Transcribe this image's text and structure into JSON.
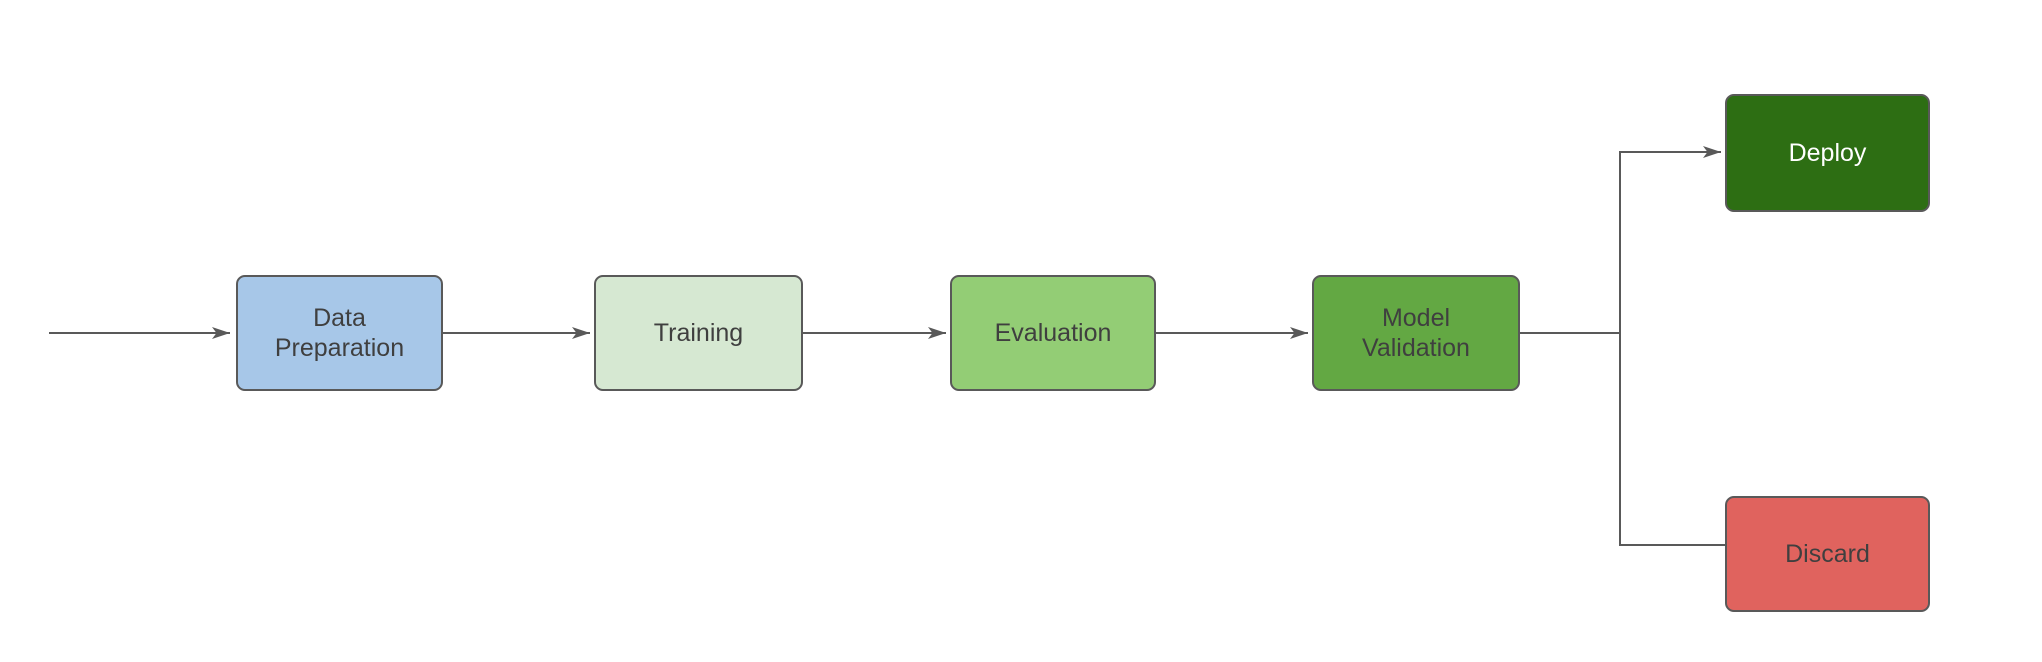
{
  "diagram": {
    "background": "#ffffff",
    "stroke_color": "#595959",
    "nodes": [
      {
        "id": "data-preparation",
        "label": "Data Preparation",
        "fill": "#a7c7e8",
        "text_color": "#3f3f3f"
      },
      {
        "id": "training",
        "label": "Training",
        "fill": "#d6e8d2",
        "text_color": "#3f3f3f"
      },
      {
        "id": "evaluation",
        "label": "Evaluation",
        "fill": "#93cd75",
        "text_color": "#3f3f3f"
      },
      {
        "id": "model-validation",
        "label": "Model Validation",
        "fill": "#63a843",
        "text_color": "#3f3f3f"
      },
      {
        "id": "deploy",
        "label": "Deploy",
        "fill": "#2d6e13",
        "text_color": "#ffffff"
      },
      {
        "id": "discard",
        "label": "Discard",
        "fill": "#e0635e",
        "text_color": "#3f3f3f"
      }
    ],
    "edges": [
      {
        "source": "start",
        "target": "data-preparation",
        "arrowhead": true
      },
      {
        "source": "data-preparation",
        "target": "training",
        "arrowhead": true
      },
      {
        "source": "training",
        "target": "evaluation",
        "arrowhead": true
      },
      {
        "source": "evaluation",
        "target": "model-validation",
        "arrowhead": true
      },
      {
        "source": "model-validation",
        "target": "deploy",
        "arrowhead": true
      },
      {
        "source": "model-validation",
        "target": "discard",
        "arrowhead": false
      }
    ]
  }
}
